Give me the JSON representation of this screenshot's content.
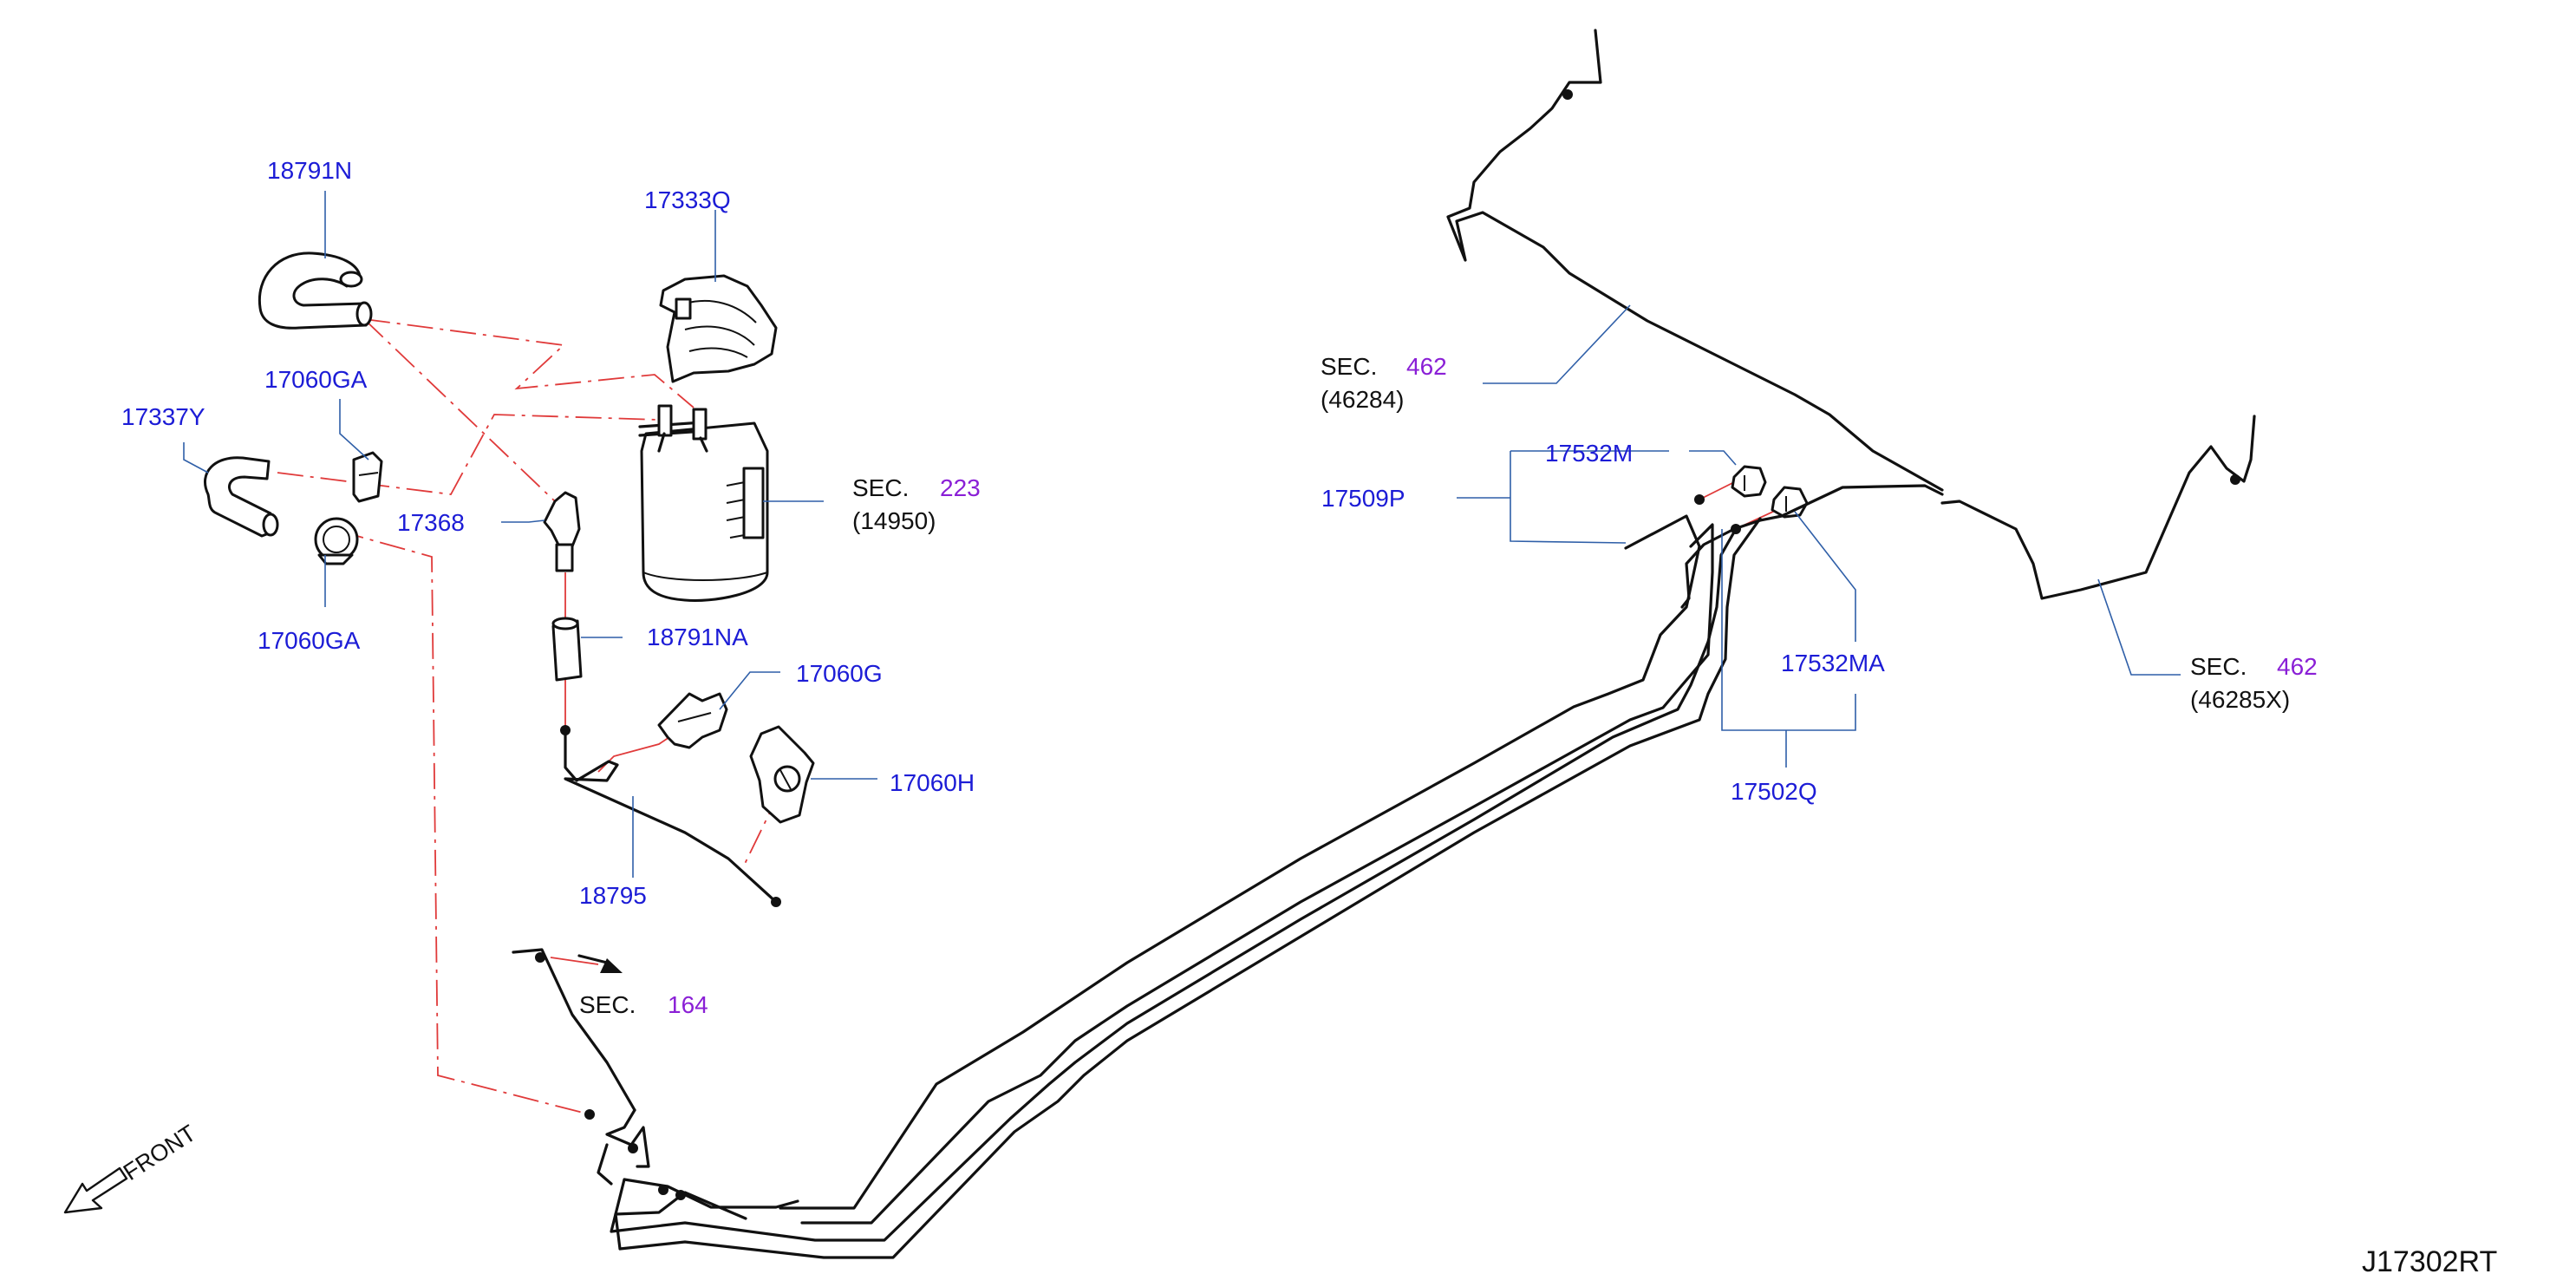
{
  "diagram": {
    "drawing_number": "J17302RT",
    "front_label": "FRONT",
    "colors": {
      "part_label": "#1c1cd6",
      "sec_number": "#8a1fd6",
      "leader": "#2f5fa8",
      "connection": "#e03a3a",
      "line_art": "#111111"
    },
    "labels": {
      "p18791N": "18791N",
      "p17333Q": "17333Q",
      "p17060GA_top": "17060GA",
      "p17337Y": "17337Y",
      "p17060GA_bottom": "17060GA",
      "p17368": "17368",
      "p18791NA": "18791NA",
      "p17060G": "17060G",
      "p17060H": "17060H",
      "p18795": "18795",
      "p17532M": "17532M",
      "p17509P": "17509P",
      "p17532MA": "17532MA",
      "p17502Q": "17502Q"
    },
    "sections": {
      "sec223": {
        "prefix": "SEC.",
        "number": "223",
        "ref": "(14950)"
      },
      "sec164": {
        "prefix": "SEC.",
        "number": "164"
      },
      "sec462_left": {
        "prefix": "SEC.",
        "number": "462",
        "ref": "(46284)"
      },
      "sec462_right": {
        "prefix": "SEC.",
        "number": "462",
        "ref": "(46285X)"
      }
    }
  }
}
